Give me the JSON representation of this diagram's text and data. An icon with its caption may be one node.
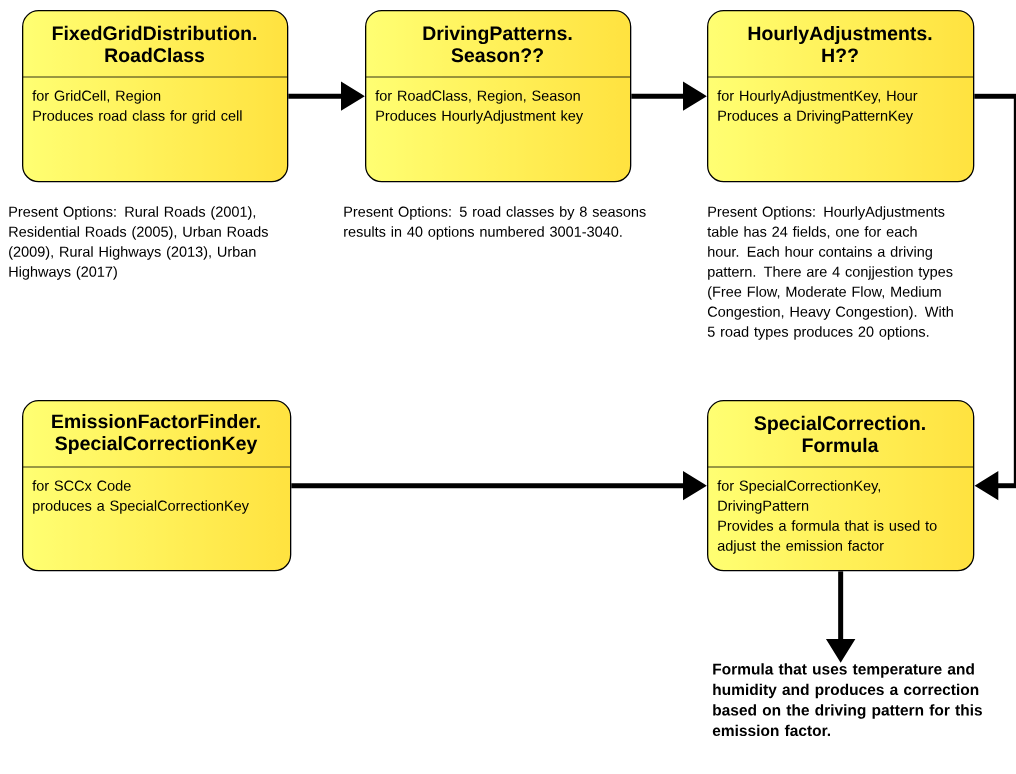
{
  "diagram": {
    "nodes": [
      {
        "text": [
          "FixedGridDistribution. RoadClass",
          "for GridCell, Region",
          "Produces road class for grid cell"
        ],
        "beside": [
          "Present Options: Rural Roads (2001), Residential Roads (2005), Urban Roads (2009), Rural Highways (2013), Urban Highways (2017)"
        ]
      },
      {
        "text": [
          "DrivingPatterns. Season??",
          "for RoadClass, Region, Season",
          "Produces HourlyAdjustment key"
        ],
        "beside": [
          "Present Options: 5 road classes by 8 seasons results in 40 options numbered 3001-3040."
        ]
      },
      {
        "text": [
          "HourlyAdjustments. H??",
          "for HourlyAdjustmentKey, Hour",
          "Produces a DrivingPatternKey"
        ],
        "beside": [
          "Present Options: HourlyAdjustments table has 24 fields, one for each hour. Each hour contains a driving pattern. There are 4 conjjestion types (Free Flow, Moderate Flow, Medium Congestion, Heavy Congestion). With 5 road types produces 20 options."
        ]
      },
      {
        "text": [
          "EmissionFactorFinder. SpecialCorrectionKey",
          "for SCCx Code",
          "produces a SpecialCorrectionKey"
        ]
      },
      {
        "text": [
          "SpecialCorrection. Formula",
          "for SpecialCorrectionKey, DrivingPattern",
          "Provides a formula that is used to adjust the emission factor"
        ]
      },
      {
        "text": [
          "Formula that uses temperature and humidity and produces a correction based on the driving pattern for this emission factor."
        ]
      }
    ],
    "edges": [
      {
        "from": 0,
        "to": 1,
        "arrow": "to"
      },
      {
        "from": 1,
        "to": 2,
        "arrow": "to"
      },
      {
        "from": 2,
        "to": 4,
        "arrow": "to"
      },
      {
        "from": 3,
        "to": 4,
        "arrow": "to"
      },
      {
        "from": 4,
        "to": 5,
        "arrow": "to"
      }
    ]
  }
}
